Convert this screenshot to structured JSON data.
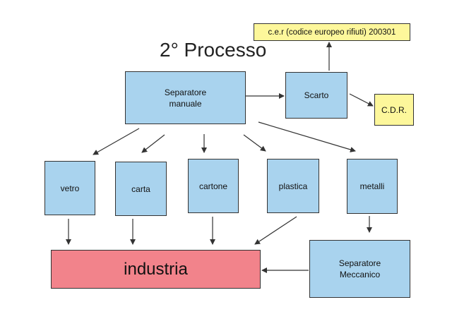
{
  "title": "2° Processo",
  "nodes": {
    "separatore_manuale": "Separatore\nmanuale",
    "scarto": "Scarto",
    "cer": "c.e.r (codice europeo rifiuti) 200301",
    "cdr": "C.D.R.",
    "vetro": "vetro",
    "carta": "carta",
    "cartone": "cartone",
    "plastica": "plastica",
    "metalli": "metalli",
    "industria": "industria",
    "separatore_meccanico": "Separatore\nMeccanico"
  },
  "colors": {
    "process_box": "#a9d3ee",
    "output_box": "#fdf79b",
    "industry_box": "#f2838b",
    "arrow": "#333333"
  }
}
